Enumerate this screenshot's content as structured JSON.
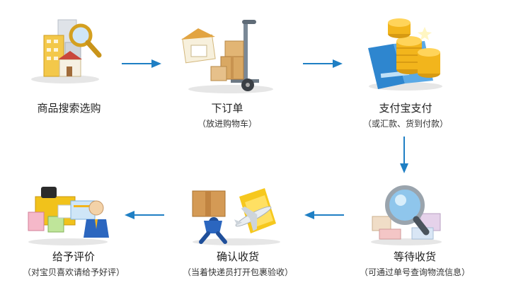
{
  "steps": [
    {
      "title": "商品搜索选购",
      "subtitle": "",
      "icon": "buildings-magnifier-icon"
    },
    {
      "title": "下订单",
      "subtitle": "（放进购物车）",
      "icon": "boxes-handtruck-icon"
    },
    {
      "title": "支付宝支付",
      "subtitle": "（或汇款、货到付款）",
      "icon": "coins-card-icon"
    },
    {
      "title": "等待收货",
      "subtitle": "（可通过单号查询物流信息）",
      "icon": "magnifier-parcels-icon"
    },
    {
      "title": "确认收货",
      "subtitle": "（当着快递员打开包裹验收）",
      "icon": "courier-airplane-icon"
    },
    {
      "title": "给予评价",
      "subtitle": "（对宝贝喜欢请给予好评）",
      "icon": "gifts-customer-icon"
    }
  ],
  "colors": {
    "arrow": "#1f7fc4",
    "gold": "#f2b51c",
    "box": "#d9a863",
    "blue": "#3a8fd6"
  }
}
